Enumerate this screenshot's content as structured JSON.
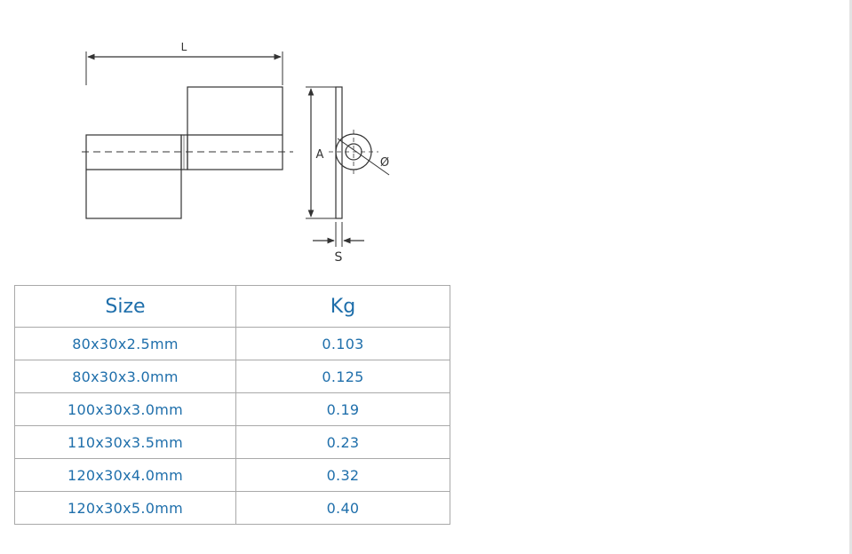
{
  "drawing": {
    "labels": {
      "length": "L",
      "height": "A",
      "diameter": "Ø",
      "thickness": "S"
    }
  },
  "table": {
    "headers": [
      "Size",
      "Kg"
    ],
    "rows": [
      [
        "80x30x2.5mm",
        "0.103"
      ],
      [
        "80x30x3.0mm",
        "0.125"
      ],
      [
        "100x30x3.0mm",
        "0.19"
      ],
      [
        "110x30x3.5mm",
        "0.23"
      ],
      [
        "120x30x4.0mm",
        "0.32"
      ],
      [
        "120x30x5.0mm",
        "0.40"
      ]
    ]
  },
  "colors": {
    "table_text": "#1f6fab",
    "table_border": "#a9a9a9",
    "drawing_line": "#333333"
  }
}
